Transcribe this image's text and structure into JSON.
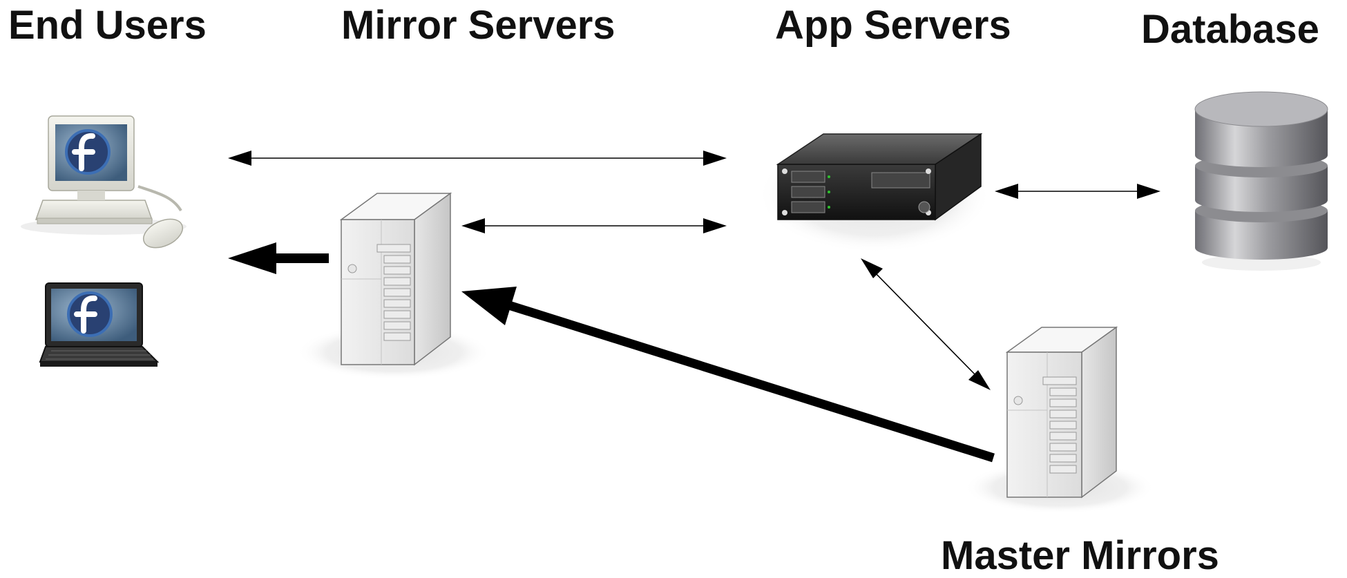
{
  "labels": {
    "end_users": "End Users",
    "mirror_servers": "Mirror Servers",
    "app_servers": "App Servers",
    "database": "Database",
    "master_mirrors": "Master Mirrors"
  },
  "nodes": {
    "desktop": {
      "icon": "desktop-computer-icon",
      "logo": "fedora-logo-icon"
    },
    "laptop": {
      "icon": "laptop-icon",
      "logo": "fedora-logo-icon"
    },
    "mirror_server": {
      "icon": "tower-server-icon"
    },
    "app_server": {
      "icon": "rack-server-icon"
    },
    "database": {
      "icon": "database-cylinder-icon"
    },
    "master_mirror": {
      "icon": "tower-server-icon"
    }
  },
  "connections": [
    {
      "from": "end_users",
      "to": "app_servers",
      "direction": "bidirectional",
      "weight": "thin"
    },
    {
      "from": "mirror_servers",
      "to": "app_servers",
      "direction": "bidirectional",
      "weight": "thin"
    },
    {
      "from": "mirror_servers",
      "to": "end_users",
      "direction": "one-way",
      "weight": "thick"
    },
    {
      "from": "master_mirrors",
      "to": "mirror_servers",
      "direction": "one-way",
      "weight": "thick"
    },
    {
      "from": "app_servers",
      "to": "database",
      "direction": "bidirectional",
      "weight": "thin"
    },
    {
      "from": "app_servers",
      "to": "master_mirrors",
      "direction": "bidirectional",
      "weight": "thin"
    }
  ],
  "colors": {
    "arrow": "#000000",
    "fedora_blue": "#294172",
    "screen": "#5b7d9c"
  }
}
